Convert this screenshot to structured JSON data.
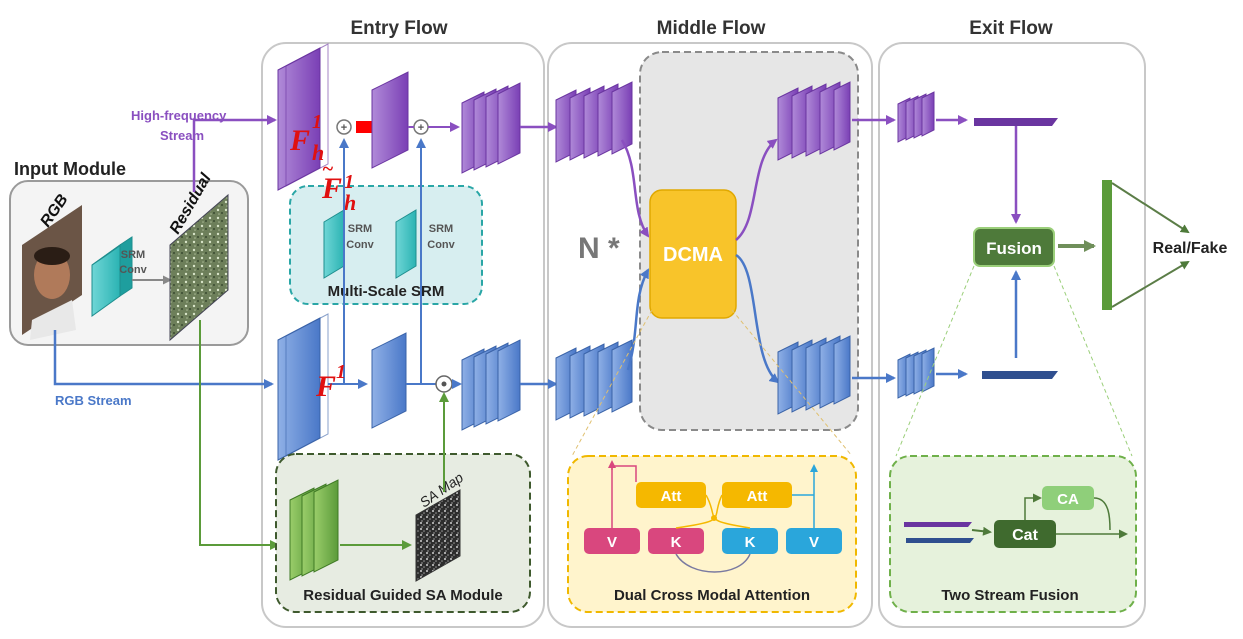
{
  "sections": {
    "entry_flow": "Entry Flow",
    "middle_flow": "Middle Flow",
    "exit_flow": "Exit Flow"
  },
  "input_module": {
    "title": "Input Module",
    "rgb_label": "RGB",
    "residual_label": "Residual",
    "srm_conv_line1": "SRM",
    "srm_conv_line2": "Conv"
  },
  "streams": {
    "high_freq_line1": "High-frequency",
    "high_freq_line2": "Stream",
    "rgb": "RGB Stream"
  },
  "entry": {
    "f_h_base": "F",
    "f_h_sub": "h",
    "f_h_sup": "1",
    "f_h_tilde_base": "F",
    "f_h_tilde_sub": "h",
    "f_h_tilde_sup": "1",
    "f1_base": "F",
    "f1_sup": "1",
    "srm_conv_line1": "SRM",
    "srm_conv_line2": "Conv",
    "multi_scale_srm": "Multi-Scale SRM",
    "sa_map": "SA Map",
    "residual_guided_sa": "Residual Guided SA Module"
  },
  "middle": {
    "n_repeat": "N *",
    "dcma": "DCMA",
    "att": "Att",
    "v": "V",
    "k": "K",
    "dual_cross_modal_attention": "Dual Cross Modal Attention"
  },
  "exit": {
    "fusion": "Fusion",
    "real_fake": "Real/Fake",
    "cat": "Cat",
    "ca": "CA",
    "two_stream_fusion": "Two Stream Fusion"
  },
  "colors": {
    "purple": "#8a4fc0",
    "blue": "#4a78c8",
    "green": "#5b9b3a",
    "dcma_yellow": "#f5c518",
    "att_yellow": "#f5b800",
    "pink": "#d9477e",
    "cyan": "#2aa6db",
    "dark_green": "#4e7a3a",
    "teal": "#2bb3b3",
    "math_red": "#e01010"
  }
}
